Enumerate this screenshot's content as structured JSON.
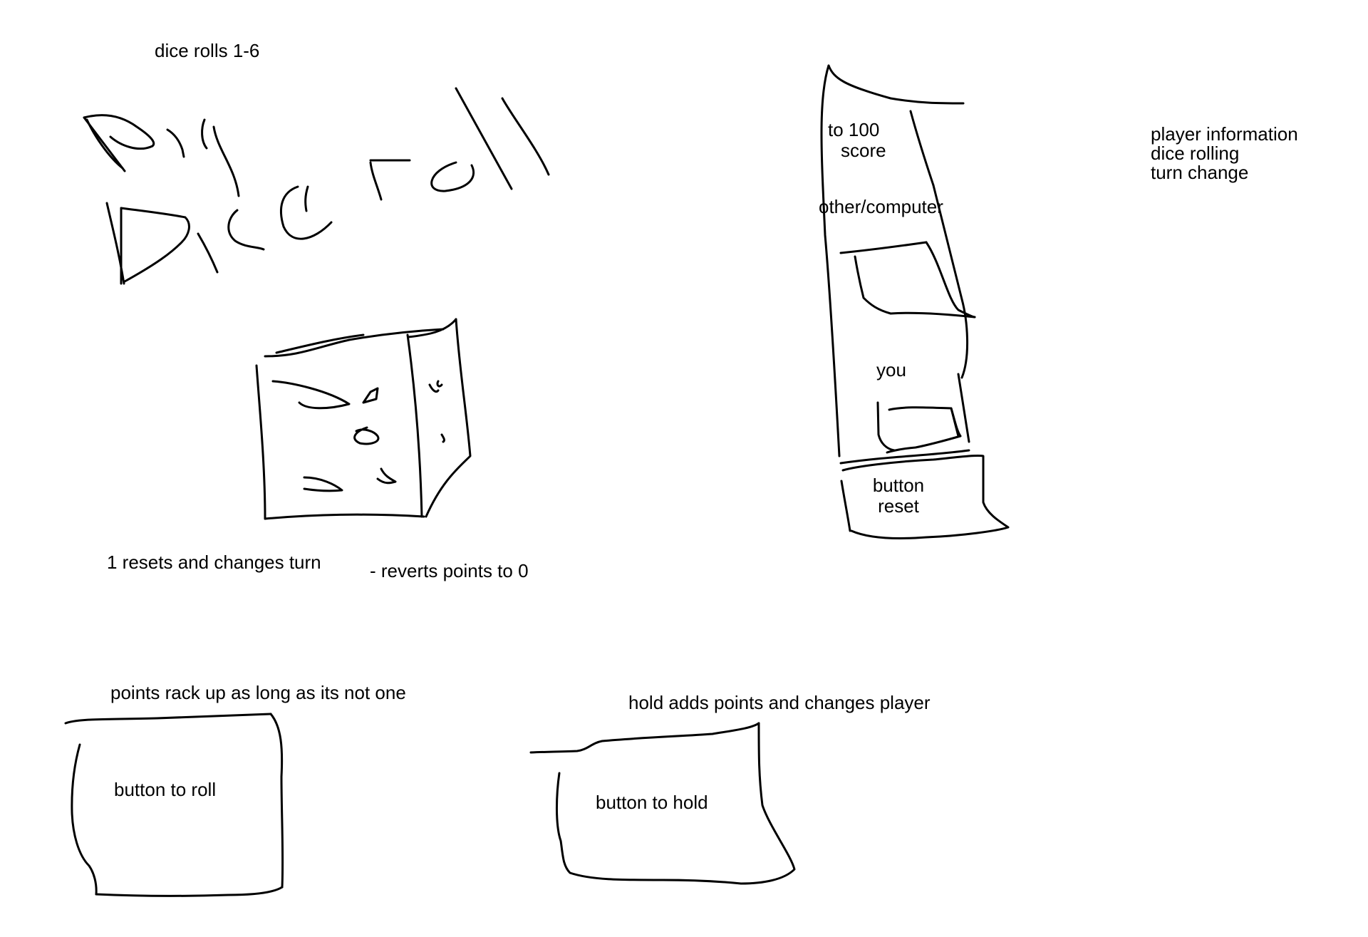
{
  "title_sketch": {
    "text": "Pig Dice roll"
  },
  "notes": {
    "dice_rolls": "dice rolls 1-6",
    "resets_turn": "1 resets and changes turn",
    "reverts_points": "- reverts points to 0",
    "points_rack_up": "points rack up as long as its not one",
    "hold_adds": "hold adds points and changes player",
    "player_information": "player information",
    "dice_rolling": "dice rolling",
    "turn_change": "turn change"
  },
  "scoreboard": {
    "to_100": "to 100",
    "score": "score",
    "other_computer": "other/computer",
    "you": "you"
  },
  "buttons": {
    "reset_line1": "button",
    "reset_line2": "reset",
    "roll": "button to roll",
    "hold": "button to hold"
  },
  "icons": {
    "die": "die-icon"
  }
}
